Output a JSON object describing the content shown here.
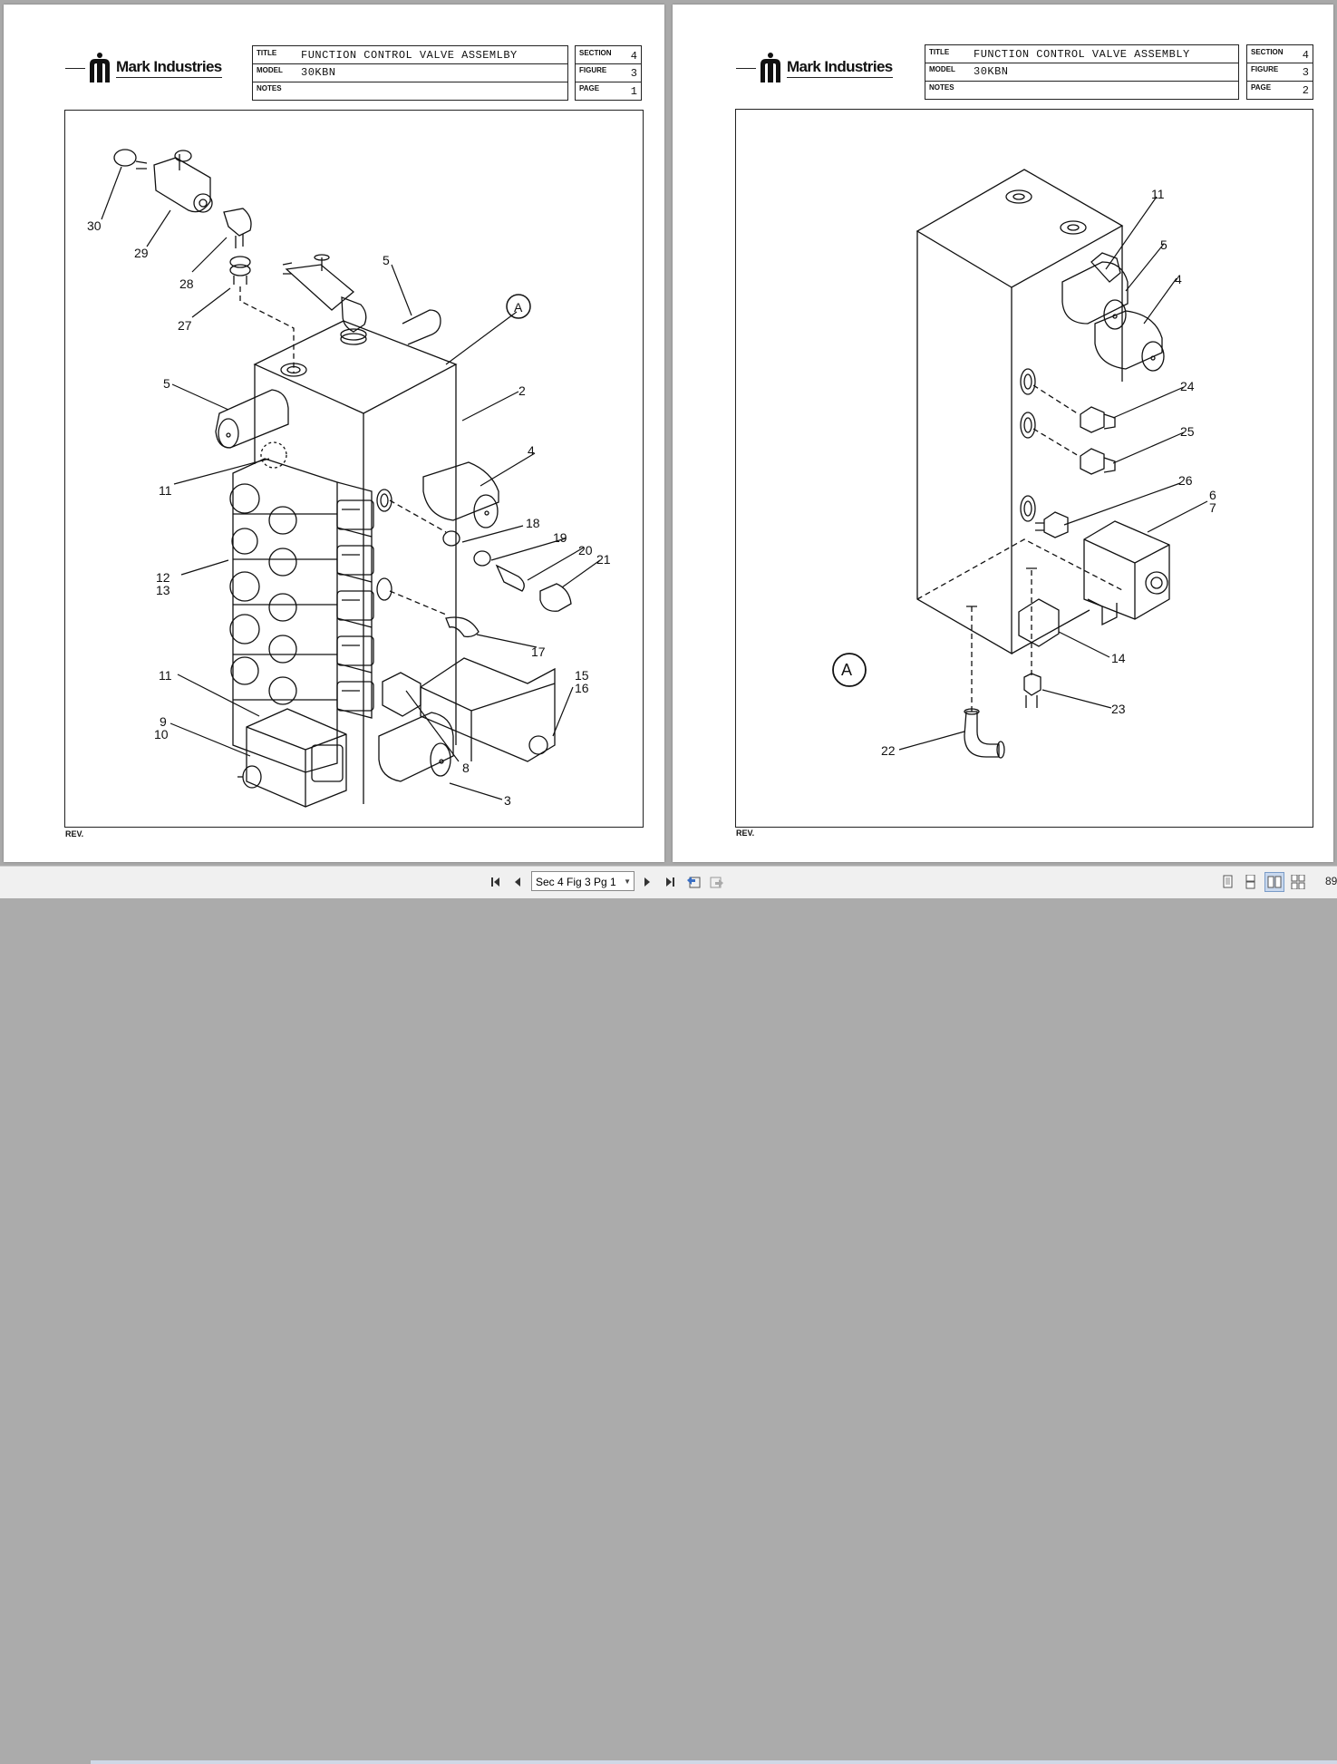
{
  "brand": "Mark Industries",
  "labels": {
    "title": "TITLE",
    "model": "MODEL",
    "notes": "NOTES",
    "section": "SECTION",
    "figure": "FIGURE",
    "page": "PAGE",
    "rev": "REV."
  },
  "pages": [
    {
      "title": "FUNCTION CONTROL VALVE ASSEMLBY",
      "model": "30KBN",
      "notes": "",
      "section": "4",
      "figure": "3",
      "page": "1",
      "callouts": [
        "30",
        "29",
        "28",
        "27",
        "5",
        "A",
        "2",
        "5",
        "4",
        "11",
        "18",
        "19",
        "20",
        "21",
        "12",
        "13",
        "17",
        "11",
        "9",
        "10",
        "8",
        "15",
        "16",
        "3"
      ]
    },
    {
      "title": "FUNCTION CONTROL VALVE ASSEMBLY",
      "model": "30KBN",
      "notes": "",
      "section": "4",
      "figure": "3",
      "page": "2",
      "callouts": [
        "11",
        "5",
        "4",
        "24",
        "25",
        "26",
        "6",
        "7",
        "14",
        "A",
        "23",
        "22"
      ]
    }
  ],
  "toolbar": {
    "page_value": "Sec 4 Fig 3 Pg 1",
    "zoom": "89",
    "icons": [
      "first-page-icon",
      "prev-page-icon",
      "next-page-icon",
      "last-page-icon",
      "go-back-icon",
      "go-forward-icon",
      "single-page-icon",
      "continuous-icon",
      "facing-icon",
      "continuous-facing-icon"
    ]
  }
}
